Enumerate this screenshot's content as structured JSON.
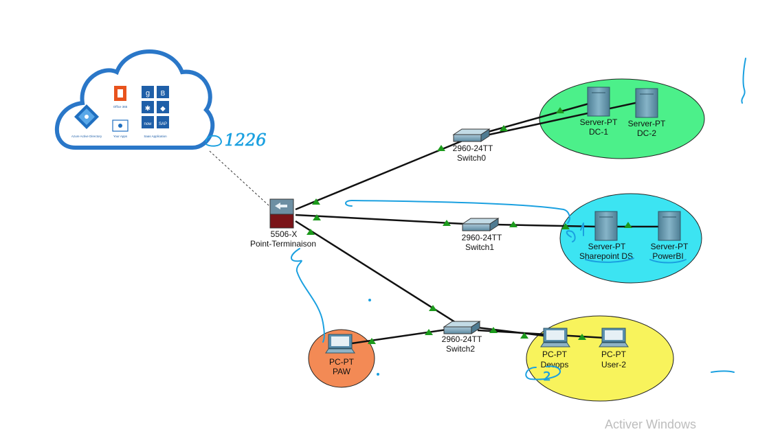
{
  "devices": {
    "firewall": {
      "model": "5506-X",
      "name": "Point-Terminaison"
    },
    "switch0": {
      "model": "2960-24TT",
      "name": "Switch0"
    },
    "switch1": {
      "model": "2960-24TT",
      "name": "Switch1"
    },
    "switch2": {
      "model": "2960-24TT",
      "name": "Switch2"
    },
    "dc1": {
      "type": "Server-PT",
      "name": "DC-1"
    },
    "dc2": {
      "type": "Server-PT",
      "name": "DC-2"
    },
    "sharepoint": {
      "type": "Server-PT",
      "name": "Sharepoint DS"
    },
    "powerbi": {
      "type": "Server-PT",
      "name": "PowerBI"
    },
    "paw": {
      "type": "PC-PT",
      "name": "PAW"
    },
    "devops": {
      "type": "PC-PT",
      "name": "Devops"
    },
    "user2": {
      "type": "PC-PT",
      "name": "User-2"
    }
  },
  "cloud": {
    "aad": "Azure Active Directory",
    "office": "Office 365",
    "your_apps": "Your Apps",
    "saas": "Saas Application",
    "now": "now",
    "sap": "SAP"
  },
  "annotations": {
    "cloud_note": "1226",
    "devops_note": "2"
  },
  "watermark": "Activer Windows",
  "colors": {
    "zone_dc": "#4cf08a",
    "zone_sharepoint": "#3ce4f2",
    "zone_paw": "#f38a55",
    "zone_users": "#f8f35c",
    "link": "#111111",
    "link_status": "#1c9a1c",
    "pen_annotation": "#1aa0e0",
    "cloud_outline": "#2a77c8"
  }
}
